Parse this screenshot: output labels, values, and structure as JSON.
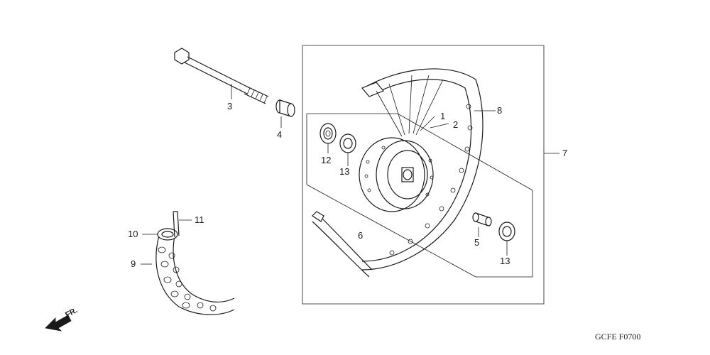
{
  "callouts": {
    "c1": "1",
    "c2": "2",
    "c3": "3",
    "c4": "4",
    "c5": "5",
    "c6": "6",
    "c7": "7",
    "c8": "8",
    "c9": "9",
    "c10": "10",
    "c11": "11",
    "c12": "12",
    "c13a": "13",
    "c13b": "13"
  },
  "direction_label": "FR.",
  "diagram_code": "GCFE  F0700"
}
